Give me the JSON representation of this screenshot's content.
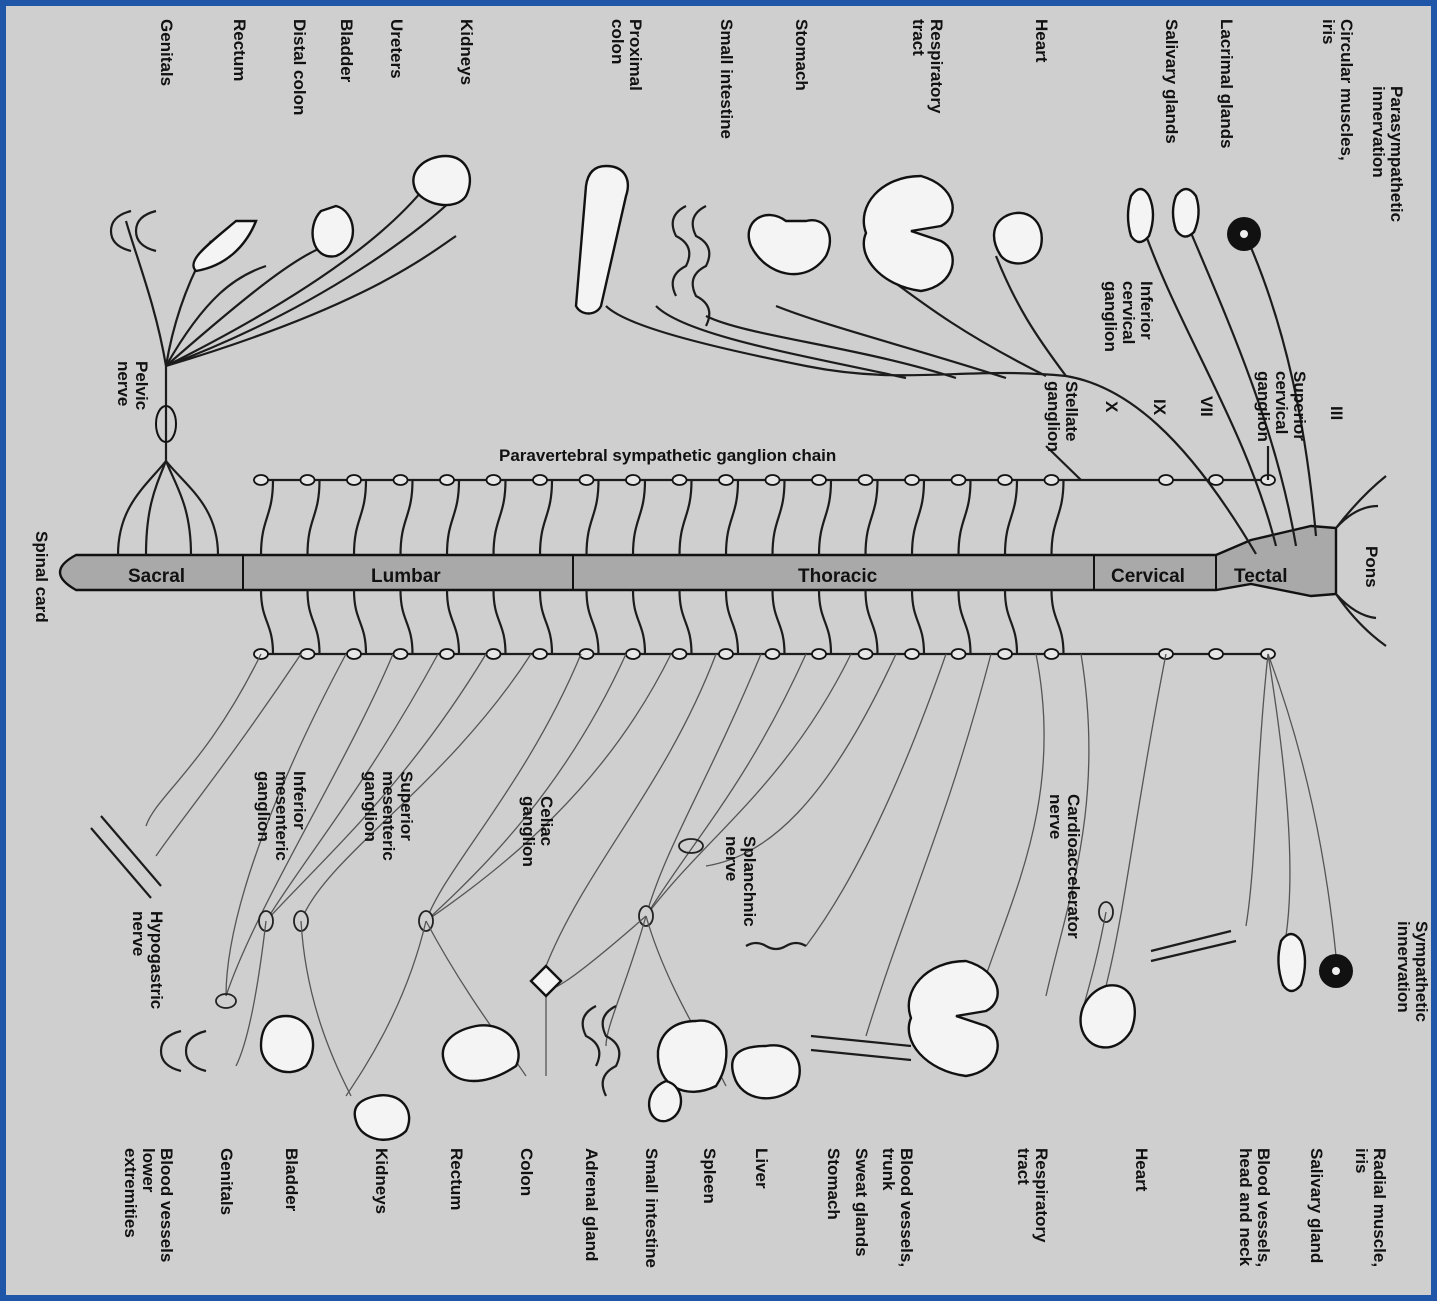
{
  "diagram": {
    "headers": {
      "parasympathetic": [
        "Parasympathetic",
        "innervation"
      ],
      "sympathetic": [
        "Sympathetic",
        "innervation"
      ]
    },
    "cord_label": "Spinal card",
    "pons_label": "Pons",
    "chain_label": "Paravertebral sympathetic ganglion chain",
    "segments": [
      "Sacral",
      "Lumbar",
      "Thoracic",
      "Cervical",
      "Tectal"
    ],
    "cranial_nerves": [
      "III",
      "VII",
      "IX",
      "X"
    ],
    "para_ganglia": {
      "superior_cervical": [
        "Superior",
        "cervical",
        "ganglion"
      ],
      "inferior_cervical": [
        "Inferior",
        "cervical",
        "ganglion"
      ],
      "stellate": [
        "Stellate",
        "ganglion"
      ],
      "pelvic": [
        "Pelvic",
        "nerve"
      ]
    },
    "symp_ganglia": {
      "cardioaccelerator": [
        "Cardioaccelerator",
        "nerve"
      ],
      "splanchnic": [
        "Splanchnic",
        "nerve"
      ],
      "celiac": [
        "Celiac",
        "ganglion"
      ],
      "superior_mesenteric": [
        "Superior",
        "mesenteric",
        "ganglion"
      ],
      "inferior_mesenteric": [
        "Inferior",
        "mesenteric",
        "ganglion"
      ],
      "hypogastric": [
        "Hypogastric",
        "nerve"
      ]
    },
    "para_targets": [
      [
        "Circular muscles,",
        "iris"
      ],
      [
        "Lacrimal glands"
      ],
      [
        "Salivary glands"
      ],
      [
        "Heart"
      ],
      [
        "Respiratory",
        "tract"
      ],
      [
        "Stomach"
      ],
      [
        "Small intestine"
      ],
      [
        "Proximal",
        "colon"
      ],
      [
        "Kidneys"
      ],
      [
        "Ureters"
      ],
      [
        "Bladder"
      ],
      [
        "Distal colon"
      ],
      [
        "Rectum"
      ],
      [
        "Genitals"
      ]
    ],
    "symp_targets": [
      [
        "Radial muscle,",
        "iris"
      ],
      [
        "Salivary gland"
      ],
      [
        "Blood vessels,",
        "head and neck"
      ],
      [
        "Heart"
      ],
      [
        "Respiratory",
        "tract"
      ],
      [
        "Blood vessels,",
        "trunk"
      ],
      [
        "Sweat glands"
      ],
      [
        "Stomach"
      ],
      [
        "Liver"
      ],
      [
        "Spleen"
      ],
      [
        "Small intestine"
      ],
      [
        "Adrenal gland"
      ],
      [
        "Colon"
      ],
      [
        "Rectum"
      ],
      [
        "Kidneys"
      ],
      [
        "Bladder"
      ],
      [
        "Genitals"
      ],
      [
        "Blood vessels",
        "lower",
        "extremities"
      ]
    ],
    "colors": {
      "frame": "#1f56a8",
      "paper": "#cfcfcf",
      "cord": "#a9a9a9",
      "ink": "#111111"
    }
  }
}
